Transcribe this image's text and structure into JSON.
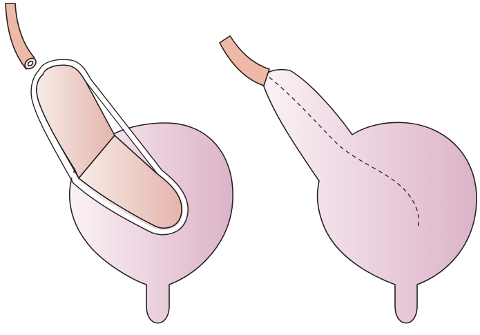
{
  "colors": {
    "background": "#ffffff",
    "outline": "#231f20",
    "bladder_light": "#fbf2f6",
    "bladder_dark": "#dcb3c8",
    "flap_light": "#f7ebe7",
    "flap_dark": "#e4b5ac",
    "ureter_fill": "#eeb9a6",
    "ureter_inner": "#f6dcd2"
  },
  "panels": [
    {
      "name": "left-panel",
      "icon": "bladder-with-tubularized-flap"
    },
    {
      "name": "right-panel",
      "icon": "bladder-with-reimplanted-ureter"
    }
  ]
}
